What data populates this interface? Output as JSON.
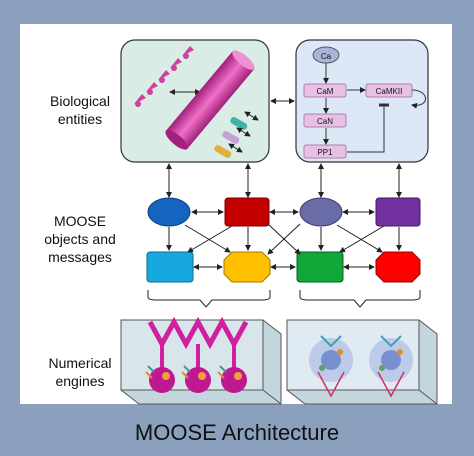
{
  "caption": "MOOSE Architecture",
  "rows": {
    "biological": [
      "Biological",
      "entities"
    ],
    "moose": [
      "MOOSE",
      "objects and",
      "messages"
    ],
    "numerical": [
      "Numerical",
      "engines"
    ]
  },
  "signaling": {
    "ca": "Ca",
    "cam": "CaM",
    "camkii": "CaMKII",
    "can": "CaN",
    "pp1": "PP1"
  },
  "colors": {
    "frame": "#8aa0bd",
    "panel_bio": "#d9ece6",
    "panel_sig": "#dde8f6",
    "node_blue_dark": "#1565c0",
    "node_red": "#c40000",
    "node_cyan": "#18a8e0",
    "node_yellow": "#ffc000",
    "node_slate": "#6a6ca8",
    "node_purple": "#7030a0",
    "node_green": "#10a838",
    "node_red_bright": "#ff0000"
  }
}
